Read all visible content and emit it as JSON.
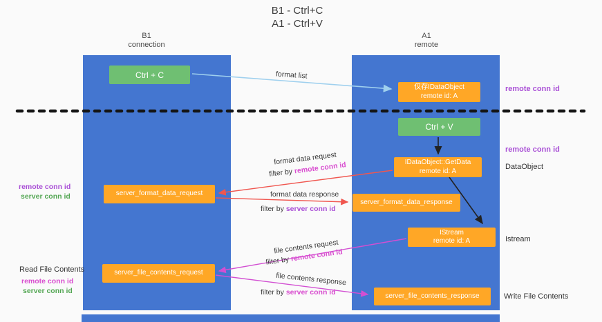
{
  "title": {
    "line1": "B1 - Ctrl+C",
    "line2": "A1 - Ctrl+V"
  },
  "lanes": {
    "left": {
      "name": "B1",
      "role": "connection"
    },
    "right": {
      "name": "A1",
      "role": "remote"
    }
  },
  "boxes": {
    "ctrl_c": {
      "label": "Ctrl + C"
    },
    "ctrl_v": {
      "label": "Ctrl + V"
    },
    "idataobject_cache": {
      "line1": "仅存IDataObject",
      "line2": "remote id: A"
    },
    "getdata": {
      "line1": "IDataObject::GetData",
      "line2": "remote id: A"
    },
    "istream": {
      "line1": "IStream",
      "line2": "remote id: A"
    },
    "format_request": {
      "label": "server_format_data_request"
    },
    "format_response": {
      "label": "server_format_data_response"
    },
    "file_request": {
      "label": "server_file_contents_request"
    },
    "file_response": {
      "label": "server_file_contents_response"
    }
  },
  "arrow_labels": {
    "format_list": "format list",
    "format_data_request": "format data request",
    "format_data_response": "format data response",
    "file_contents_request": "file contents request",
    "file_contents_response": "file contents response",
    "filter_by": "filter by",
    "remote_conn_id": "remote conn id",
    "server_conn_id": "server conn id"
  },
  "side_labels": {
    "remote_conn_id": "remote conn id",
    "server_conn_id": "server conn id",
    "dataobject": "DataObject",
    "istream": "Istream",
    "read_file_contents": "Read File Contents",
    "write_file_contents": "Write File Contents"
  },
  "colors": {
    "lane_blue": "#4476d0",
    "box_green": "#6fbf72",
    "box_orange": "#ffa726",
    "purple_text": "#a94fd6",
    "magenta_text": "#d94fd0",
    "green_text": "#53a653",
    "arrow_blue": "#9fd0ee",
    "arrow_red": "#f0564f",
    "arrow_magenta": "#d24fd2",
    "arrow_black": "#222222"
  }
}
